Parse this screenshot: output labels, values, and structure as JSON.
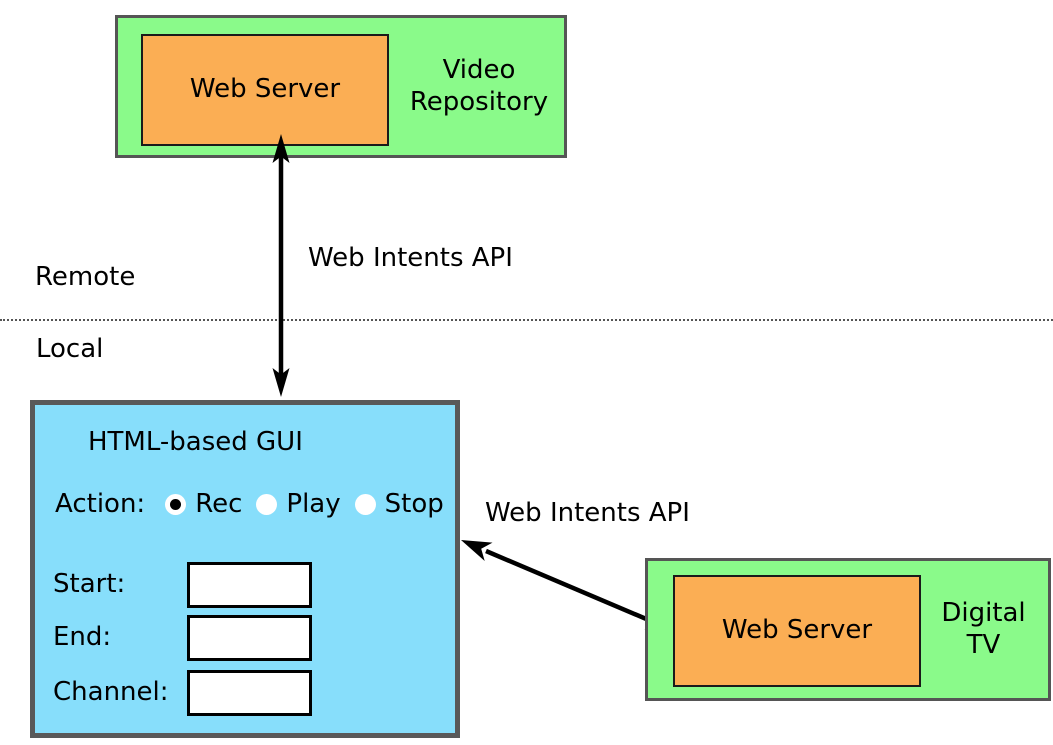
{
  "zones": {
    "remote": "Remote",
    "local": "Local"
  },
  "api_labels": {
    "top": "Web Intents API",
    "right": "Web Intents API"
  },
  "video_repository": {
    "name": "Video Repository",
    "server": "Web Server"
  },
  "digital_tv": {
    "name": "Digital TV",
    "server": "Web Server"
  },
  "gui": {
    "title": "HTML-based GUI",
    "action": {
      "label": "Action:",
      "options": [
        {
          "label": "Rec",
          "selected": true
        },
        {
          "label": "Play",
          "selected": false
        },
        {
          "label": "Stop",
          "selected": false
        }
      ]
    },
    "fields": [
      {
        "label": "Start:",
        "value": ""
      },
      {
        "label": "End:",
        "value": ""
      },
      {
        "label": "Channel:",
        "value": ""
      }
    ]
  },
  "colors": {
    "system_green": "#8AFA8A",
    "server_orange": "#FBAE54",
    "gui_blue": "#87DEFB",
    "box_border_gray": "#595959",
    "arrow_black": "#000000"
  }
}
